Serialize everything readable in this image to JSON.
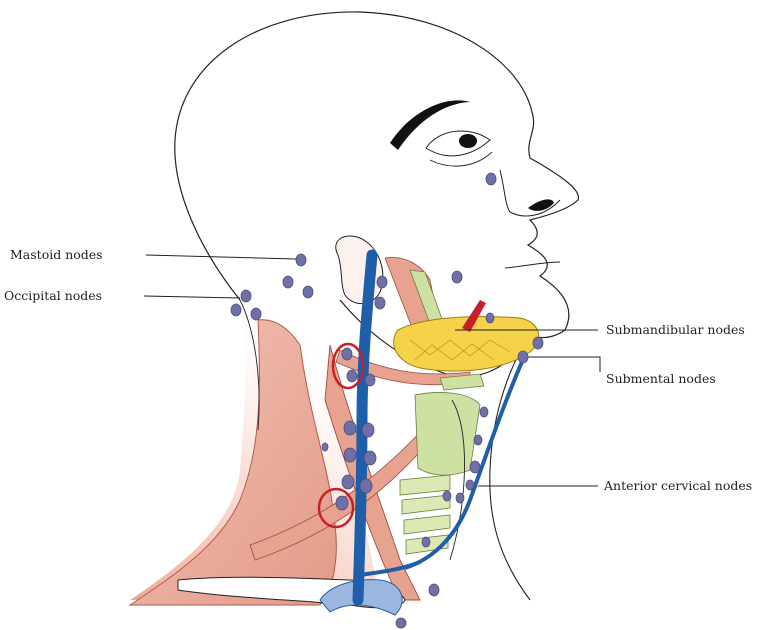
{
  "labels": {
    "mastoid": "Mastoid nodes",
    "occipital": "Occipital nodes",
    "submandibular": "Submandibular nodes",
    "submental": "Submental nodes",
    "anterior_cervical": "Anterior cervical nodes"
  },
  "colors": {
    "node": "#6f70a6",
    "node_stroke": "#4a4b7e",
    "vein": "#1f5ea8",
    "muscle": "#e9a89a",
    "muscle_stroke": "#9b4d3e",
    "gland": "#f4d24a",
    "cartilage": "#cfe0a3",
    "artery": "#c8202a",
    "highlight_circle": "#c8202a",
    "outline": "#222222"
  },
  "icons": {
    "node": "lymph-node-dot",
    "highlight": "red-circle-highlight"
  }
}
